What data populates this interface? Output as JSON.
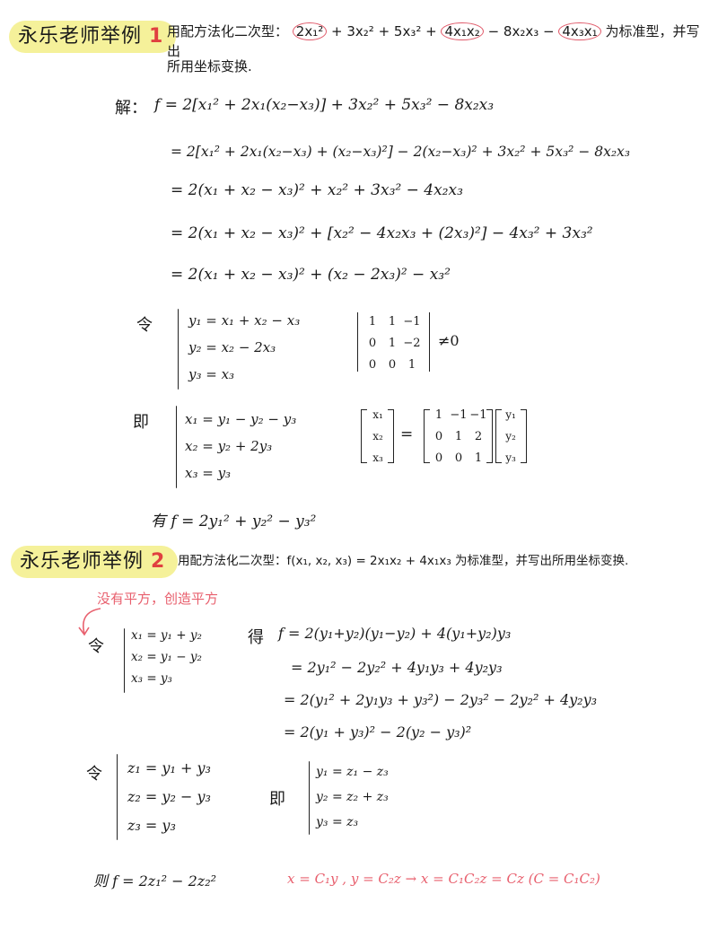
{
  "example1": {
    "badge_prefix": "永乐老师举例",
    "badge_num": "1",
    "problem_pre": "用配方法化二次型：",
    "circled_1": "2x₁²",
    "problem_mid1": "+ 3x₂² + 5x₃² +",
    "circled_2": "4x₁x₂",
    "problem_mid2": "− 8x₂x₃ −",
    "circled_3": "4x₃x₁",
    "problem_post": "为标准型，并写出",
    "problem_line2": "所用坐标变换.",
    "solution_label": "解：",
    "steps": [
      "f = 2[x₁² + 2x₁(x₂−x₃)] + 3x₂² + 5x₃² − 8x₂x₃",
      "= 2[x₁² + 2x₁(x₂−x₃) + (x₂−x₃)²] − 2(x₂−x₃)² + 3x₂² + 5x₃² − 8x₂x₃",
      "= 2(x₁ + x₂ − x₃)² + x₂² + 3x₃² − 4x₂x₃",
      "= 2(x₁ + x₂ − x₃)² + [x₂² − 4x₂x₃ + (2x₃)²] − 4x₃² + 3x₃²",
      "= 2(x₁ + x₂ − x₃)² + (x₂ − 2x₃)² − x₃²"
    ],
    "let_label": "令",
    "let_system": [
      "y₁ = x₁ + x₂ − x₃",
      "y₂ =     x₂ − 2x₃",
      "y₃ =          x₃"
    ],
    "det_rows": [
      [
        "1",
        "1",
        "−1"
      ],
      [
        "0",
        "1",
        "−2"
      ],
      [
        "0",
        "0",
        "1"
      ]
    ],
    "det_neq": "≠0",
    "ie_label": "即",
    "ie_system": [
      "x₁ = y₁ − y₂ − y₃",
      "x₂ = y₂ + 2y₃",
      "x₃ = y₃"
    ],
    "vec_x": [
      "x₁",
      "x₂",
      "x₃"
    ],
    "eq_sign": "=",
    "mat_c": [
      [
        "1",
        "−1",
        "−1"
      ],
      [
        "0",
        "1",
        "2"
      ],
      [
        "0",
        "0",
        "1"
      ]
    ],
    "vec_y": [
      "y₁",
      "y₂",
      "y₃"
    ],
    "result": "有 f = 2y₁² + y₂² − y₃²"
  },
  "example2": {
    "badge_prefix": "永乐老师举例",
    "badge_num": "2",
    "problem": "用配方法化二次型：f(x₁, x₂, x₃) = 2x₁x₂ + 4x₁x₃ 为标准型，并写出所用坐标变换.",
    "note": "没有平方，创造平方",
    "let_label": "令",
    "let_system": [
      "x₁ = y₁ + y₂",
      "x₂ = y₁ − y₂",
      "x₃ = y₃"
    ],
    "get_label": "得",
    "steps": [
      "f = 2(y₁+y₂)(y₁−y₂) + 4(y₁+y₂)y₃",
      "= 2y₁² − 2y₂² + 4y₁y₃ + 4y₂y₃",
      "= 2(y₁² + 2y₁y₃ + y₃²) − 2y₃² − 2y₂² + 4y₂y₃",
      "= 2(y₁ + y₃)² − 2(y₂ − y₃)²"
    ],
    "let2_label": "令",
    "let2_system": [
      "z₁ =  y₁ + y₃",
      "z₂ =  y₂ − y₃",
      "z₃ =  y₃"
    ],
    "ie_label": "即",
    "ie_system": [
      "y₁ = z₁ − z₃",
      "y₂ = z₂ + z₃",
      "y₃ = z₃"
    ],
    "result": "则 f = 2z₁² − 2z₂²",
    "pink_note": "x = C₁y ,  y = C₂z  →  x = C₁C₂z = Cz    (C = C₁C₂)"
  }
}
